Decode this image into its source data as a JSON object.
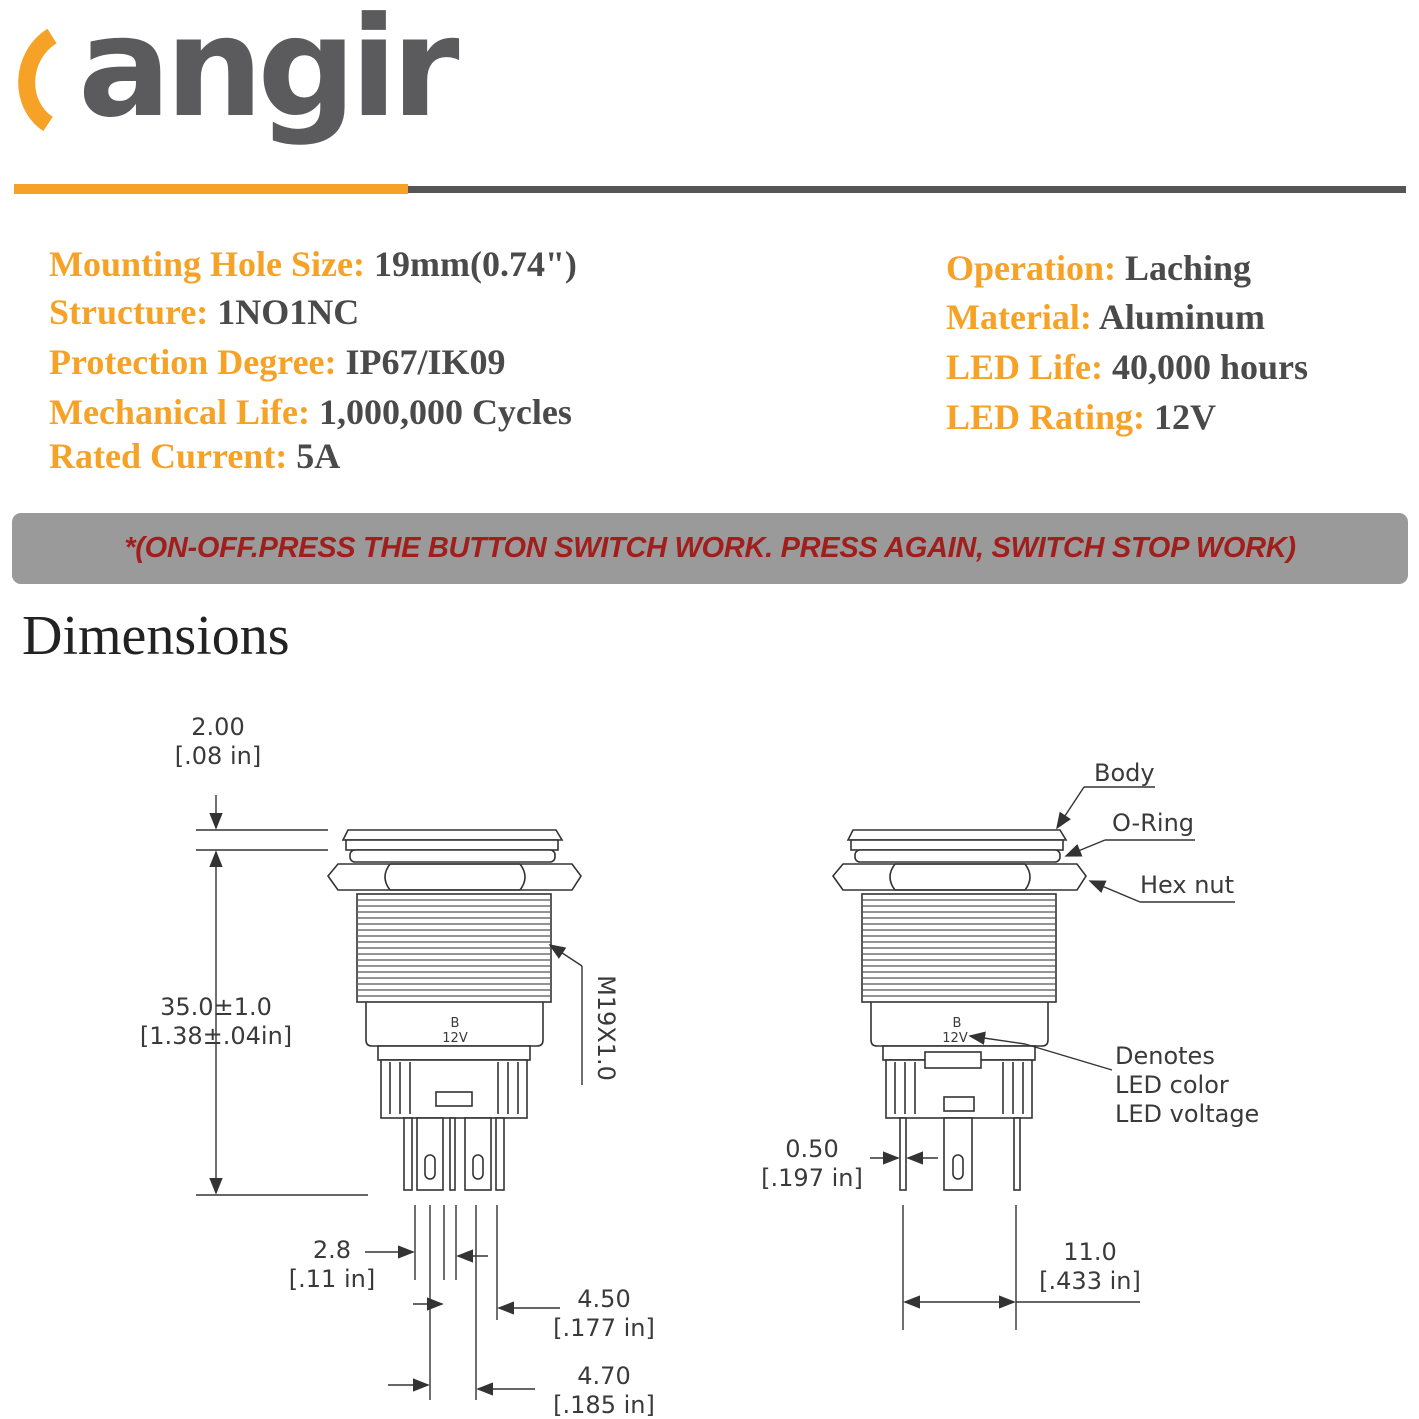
{
  "brand": {
    "logo_text": "angir",
    "accent_color": "#f5a226",
    "dark_color": "#5b5b5e"
  },
  "specs": {
    "left": [
      {
        "label": "Mounting Hole Size:",
        "value": " 19mm(0.74\")"
      },
      {
        "label": "Structure:",
        "value": " 1NO1NC"
      },
      {
        "label": "Protection Degree:",
        "value": " IP67/IK09"
      },
      {
        "label": "Mechanical Life:",
        "value": " 1,000,000 Cycles"
      },
      {
        "label": "Rated Current:",
        "value": " 5A"
      }
    ],
    "right": [
      {
        "label": "Operation:",
        "value": " Laching"
      },
      {
        "label": "Material:",
        "value": " Aluminum"
      },
      {
        "label": "LED Life:",
        "value": " 40,000 hours"
      },
      {
        "label": "LED Rating:",
        "value": " 12V"
      }
    ]
  },
  "banner": {
    "text": "*(ON-OFF.PRESS THE BUTTON SWITCH WORK. PRESS AGAIN, SWITCH STOP WORK)",
    "text_color": "#a01f1c"
  },
  "dimensions": {
    "title": "Dimensions",
    "left_view": {
      "top_gap": [
        "2.00",
        "[.08 in]"
      ],
      "height": [
        "35.0±1.0",
        "[1.38±.04in]"
      ],
      "thread": "M19X1.0",
      "marking": [
        "B",
        "12V"
      ],
      "pin_width": [
        "2.8",
        "[.11 in]"
      ],
      "pin_spacing_a": [
        "4.50",
        "[.177 in]"
      ],
      "pin_spacing_b": [
        "4.70",
        "[.185 in]"
      ]
    },
    "right_view": {
      "callouts": [
        "Body",
        "O-Ring",
        "Hex nut"
      ],
      "marking": [
        "B",
        "12V"
      ],
      "denotes": [
        "Denotes",
        "LED color",
        "LED voltage"
      ],
      "pin_thickness": [
        "0.50",
        "[.197 in]"
      ],
      "pin_span": [
        "11.0",
        "[.433 in]"
      ]
    }
  }
}
